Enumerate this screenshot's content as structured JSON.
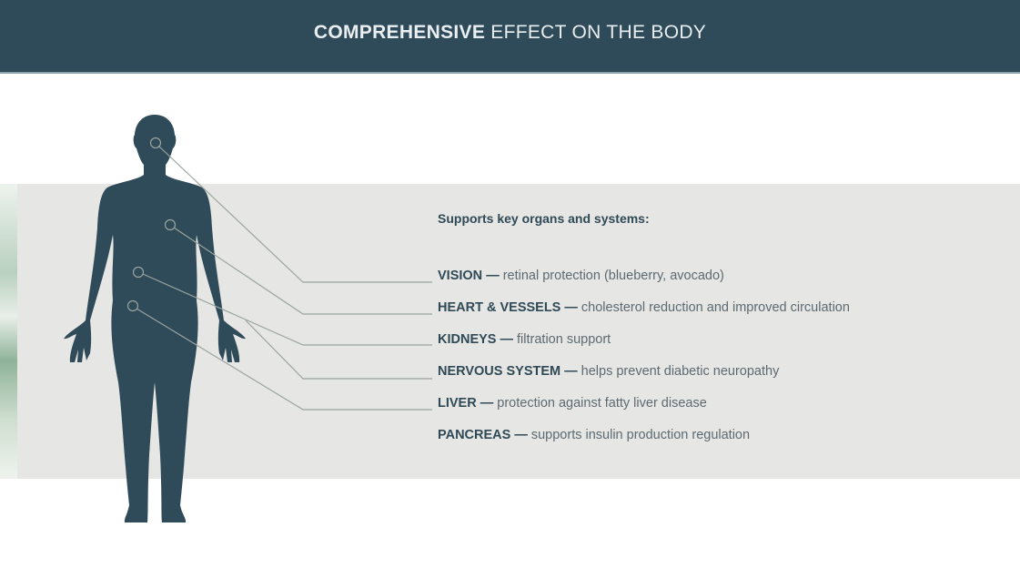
{
  "header": {
    "title_bold": "COMPREHENSIVE",
    "title_rest": "EFFECT ON THE BODY"
  },
  "intro": "Supports key organs and systems:",
  "items": [
    {
      "name": "VISION",
      "dash": "—",
      "desc": "retinal protection (blueberry, avocado)"
    },
    {
      "name": "HEART & VESSELS",
      "dash": "—",
      "desc": "cholesterol reduction and improved circulation"
    },
    {
      "name": "KIDNEYS",
      "dash": "—",
      "desc": "filtration support"
    },
    {
      "name": "NERVOUS SYSTEM",
      "dash": "—",
      "desc": "helps prevent diabetic neuropathy"
    },
    {
      "name": "LIVER",
      "dash": "—",
      "desc": "protection against fatty liver disease"
    },
    {
      "name": "PANCREAS",
      "dash": "—",
      "desc": "supports insulin production regulation"
    }
  ],
  "colors": {
    "header": "#2f4a58",
    "silhouette": "#2f4a58",
    "band": "#e6e6e4",
    "leader": "#9aa59e"
  }
}
